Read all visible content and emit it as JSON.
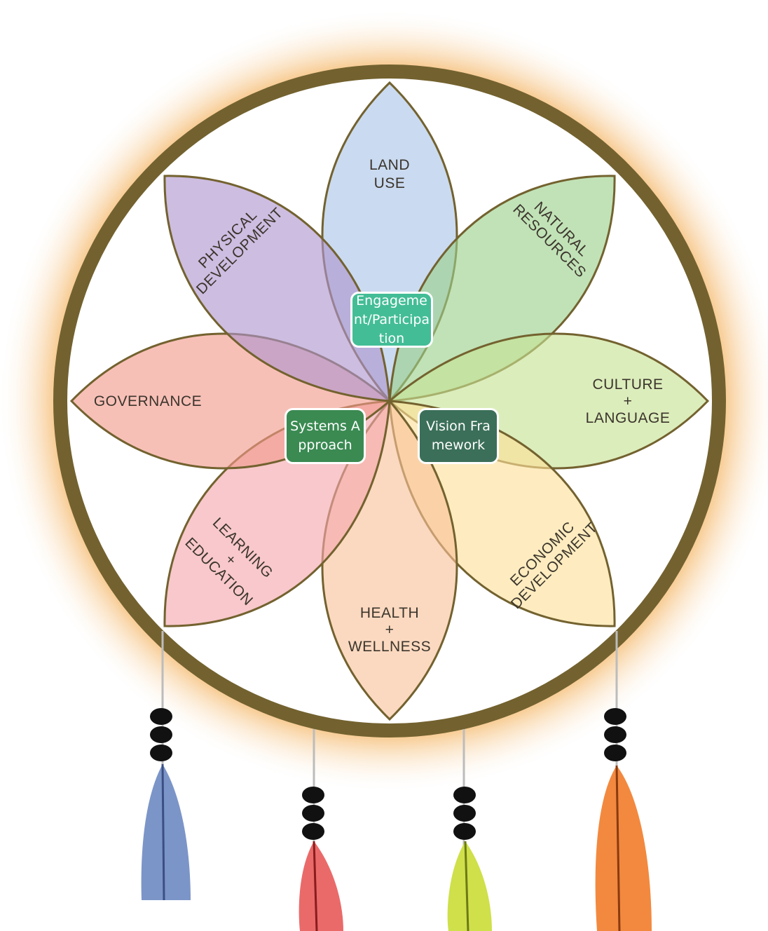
{
  "petals": [
    {
      "id": "land-use",
      "label": [
        "LAND",
        "USE"
      ],
      "color": "#a9c4e6"
    },
    {
      "id": "natural-resources",
      "label": [
        "NATURAL",
        "RESOURCES"
      ],
      "color": "#9bd08a"
    },
    {
      "id": "culture-language",
      "label": [
        "CULTURE",
        "+",
        "LANGUAGE"
      ],
      "color": "#c7e293"
    },
    {
      "id": "economic-development",
      "label": [
        "ECONOMIC",
        "DEVELOPMENT"
      ],
      "color": "#fde09a"
    },
    {
      "id": "health-wellness",
      "label": [
        "HEALTH",
        "+",
        "WELLNESS"
      ],
      "color": "#f9c29a"
    },
    {
      "id": "learning-education",
      "label": [
        "LEARNING",
        "+",
        "EDUCATION"
      ],
      "color": "#f4a6ac"
    },
    {
      "id": "governance",
      "label": [
        "GOVERNANCE"
      ],
      "color": "#f29a8a"
    },
    {
      "id": "physical-development",
      "label": [
        "PHYSICAL",
        "DEVELOPMENT"
      ],
      "color": "#ae94cf"
    }
  ],
  "boxes": {
    "engagement": {
      "text": "Engagement/Participation",
      "color": "#43bd96"
    },
    "systems": {
      "text": "Systems Approach",
      "color": "#3a8a52"
    },
    "vision": {
      "text": "Vision Framework",
      "color": "#3b6f59"
    }
  },
  "colors": {
    "hoop": "#73622f",
    "feather_blue": "#7c95c8",
    "feather_red": "#ea6a6a",
    "feather_green": "#cfe04a",
    "feather_orange": "#f2893f",
    "beads": "#111111"
  }
}
